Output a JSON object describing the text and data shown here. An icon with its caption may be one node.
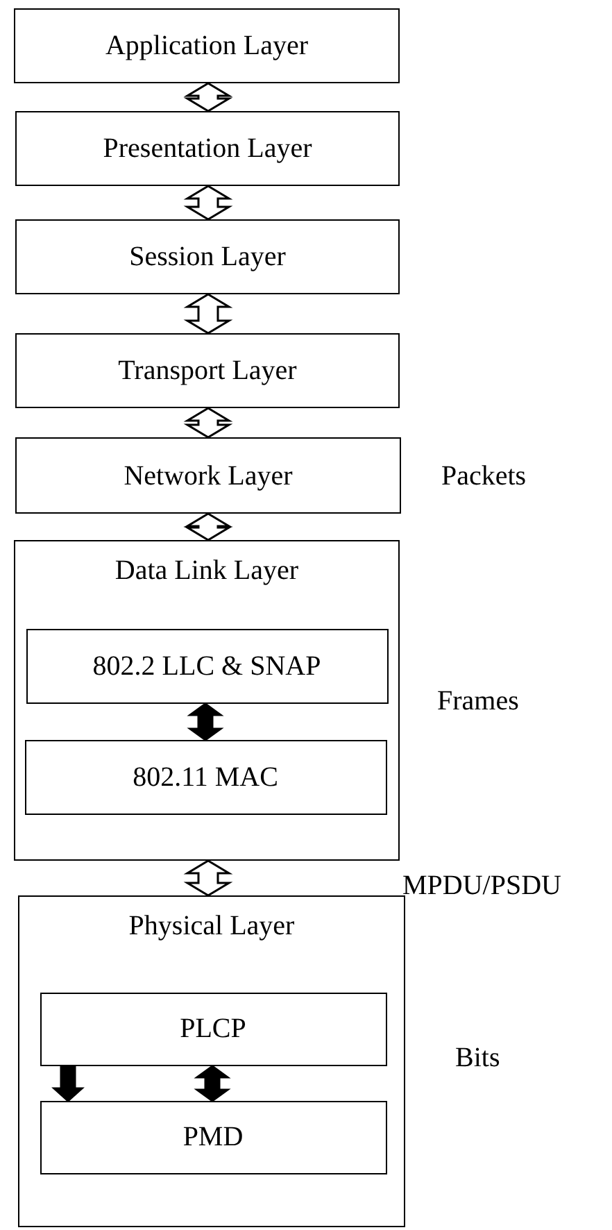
{
  "diagram": {
    "nodes": [
      {
        "text": [
          "Application Layer"
        ]
      },
      {
        "text": [
          "Presentation Layer"
        ]
      },
      {
        "text": [
          "Session Layer"
        ]
      },
      {
        "text": [
          "Transport Layer"
        ]
      },
      {
        "text": [
          "Network Layer"
        ]
      },
      {
        "text": [
          "Data Link Layer"
        ]
      },
      {
        "text": [
          "802.2 LLC & SNAP"
        ],
        "in": 5
      },
      {
        "text": [
          "802.11 MAC"
        ],
        "in": 5
      },
      {
        "text": [
          "Physical Layer"
        ]
      },
      {
        "text": [
          "PLCP"
        ],
        "in": 8
      },
      {
        "text": [
          "PMD"
        ],
        "in": 8
      }
    ],
    "edges": [
      {
        "from": 0,
        "to": 1,
        "arrow": "both"
      },
      {
        "from": 1,
        "to": 2,
        "arrow": "both"
      },
      {
        "from": 2,
        "to": 3,
        "arrow": "both"
      },
      {
        "from": 3,
        "to": 4,
        "arrow": "both"
      },
      {
        "from": 4,
        "to": 5,
        "arrow": "both"
      },
      {
        "from": 6,
        "to": 7,
        "arrow": "both",
        "style": "thick"
      },
      {
        "from": 5,
        "to": 8,
        "arrow": "both"
      },
      {
        "from": 9,
        "to": 10,
        "arrow": "both",
        "style": "thick"
      },
      {
        "from": 9,
        "to": 10,
        "arrow": "to",
        "style": "thick"
      }
    ],
    "labels": [
      "Packets",
      "Frames",
      "MPDU/PSDU",
      "Bits"
    ]
  }
}
